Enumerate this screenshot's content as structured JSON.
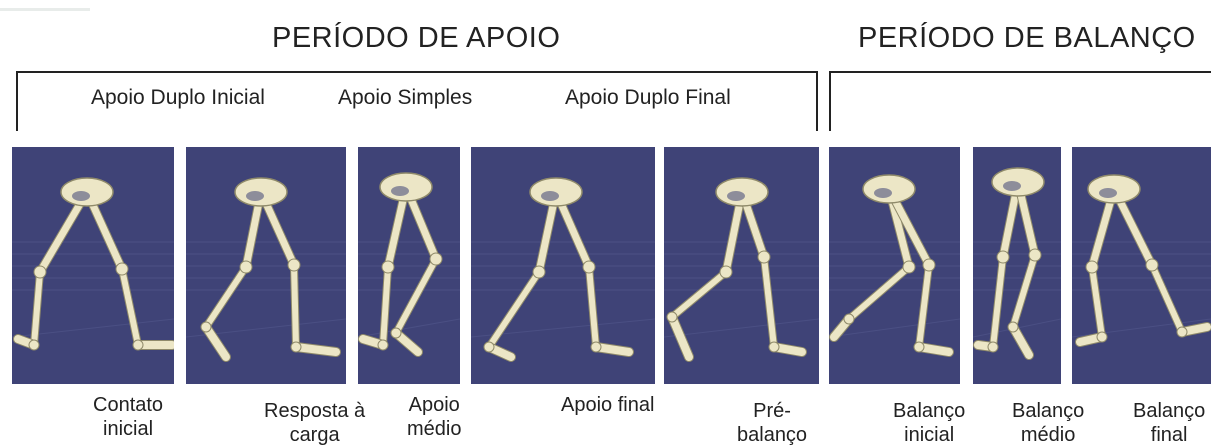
{
  "header": {
    "left_title": "PERÍODO DE APOIO",
    "right_title": "PERÍODO DE BALANÇO"
  },
  "subphases": [
    "Apoio Duplo Inicial",
    "Apoio Simples",
    "Apoio Duplo Final"
  ],
  "colors": {
    "panel_background": "#3f4377",
    "bone": "#ece6c6",
    "bone_outline": "#8f8a6a"
  },
  "phases": [
    {
      "label_1": "Contato",
      "label_2": "inicial",
      "icon": "leg-skeleton-icon"
    },
    {
      "label_1": "Resposta à",
      "label_2": "carga",
      "icon": "leg-skeleton-icon"
    },
    {
      "label_1": "Apoio",
      "label_2": "médio",
      "icon": "leg-skeleton-icon"
    },
    {
      "label_1": "Apoio final",
      "label_2": "",
      "icon": "leg-skeleton-icon"
    },
    {
      "label_1": "Pré-",
      "label_2": "balanço",
      "icon": "leg-skeleton-icon"
    },
    {
      "label_1": "Balanço",
      "label_2": "inicial",
      "icon": "leg-skeleton-icon"
    },
    {
      "label_1": "Balanço",
      "label_2": "médio",
      "icon": "leg-skeleton-icon"
    },
    {
      "label_1": "Balanço",
      "label_2": "final",
      "icon": "leg-skeleton-icon"
    }
  ]
}
